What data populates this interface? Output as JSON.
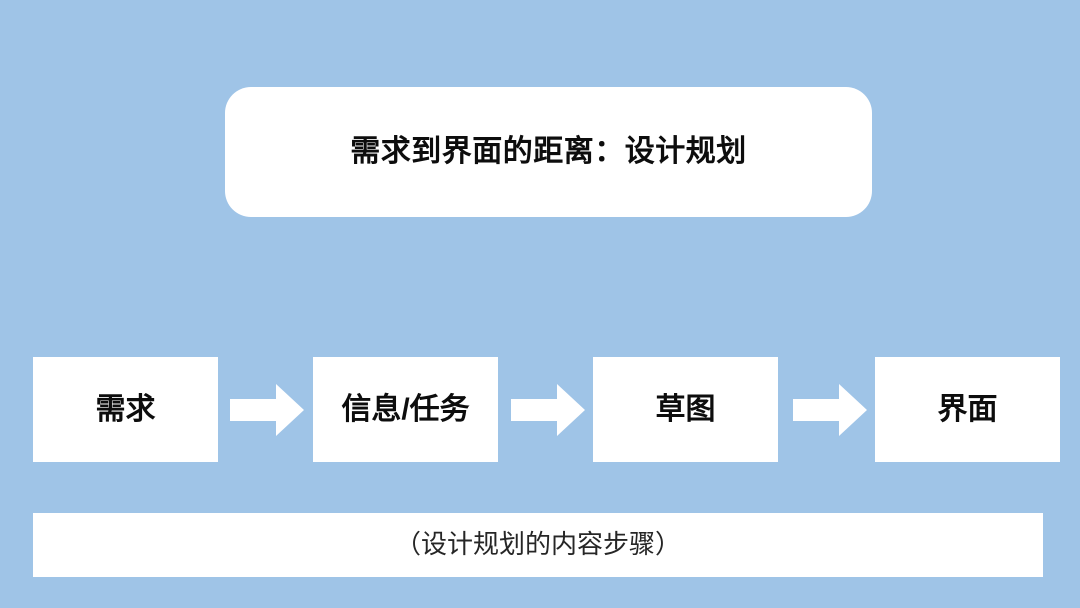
{
  "slide": {
    "background_color": "#9fc4e7",
    "surface_color": "#ffffff",
    "text_color": "#0d0d0d",
    "caption_text_color": "#262626"
  },
  "title_card": {
    "text": "需求到界面的距离：设计规划"
  },
  "flow": {
    "steps": [
      {
        "label": "需求"
      },
      {
        "label": "信息/任务"
      },
      {
        "label": "草图"
      },
      {
        "label": "界面"
      }
    ],
    "arrows": [
      {
        "name": "arrow-right-icon"
      },
      {
        "name": "arrow-right-icon"
      },
      {
        "name": "arrow-right-icon"
      }
    ]
  },
  "caption": {
    "text": "（设计规划的内容步骤）"
  }
}
